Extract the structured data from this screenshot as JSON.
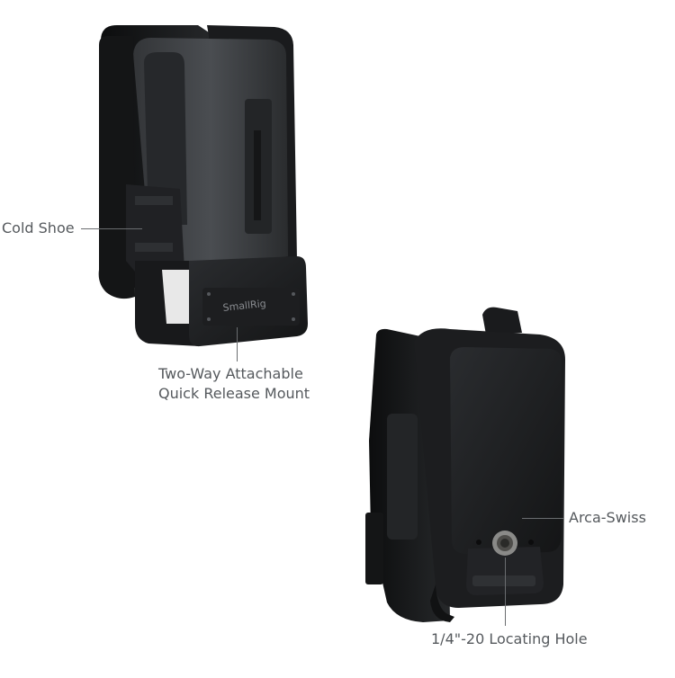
{
  "callouts": {
    "cold_shoe": "Cold Shoe",
    "quick_release_line1": "Two-Way Attachable",
    "quick_release_line2": "Quick Release Mount",
    "arca_swiss": "Arca-Swiss",
    "locating_hole": "1/4\"-20 Locating Hole"
  },
  "product": {
    "logo_text": "SmallRig"
  },
  "colors": {
    "background": "#ffffff",
    "callout_text": "#55595d",
    "product_body": "#1c1d1f"
  }
}
